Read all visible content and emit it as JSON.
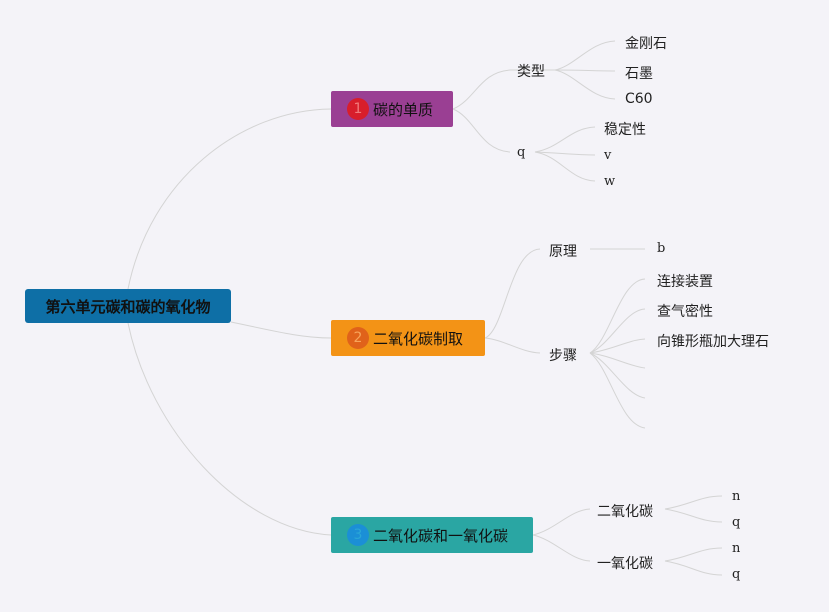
{
  "root": {
    "label": "第六单元碳和碳的氧化物"
  },
  "branches": [
    {
      "number": "1",
      "label": "碳的单质",
      "children": [
        {
          "label": "类型",
          "children": [
            "金刚石",
            "石墨",
            "C60"
          ]
        },
        {
          "label": "q",
          "children": [
            "稳定性",
            "v",
            "w"
          ]
        }
      ]
    },
    {
      "number": "2",
      "label": "二氧化碳制取",
      "children": [
        {
          "label": "原理",
          "children": [
            "b"
          ]
        },
        {
          "label": "步骤",
          "children": [
            "连接装置",
            "查气密性",
            "向锥形瓶加大理石",
            "",
            "",
            ""
          ]
        }
      ]
    },
    {
      "number": "3",
      "label": "二氧化碳和一氧化碳",
      "children": [
        {
          "label": "二氧化碳",
          "children": [
            "n",
            "q"
          ]
        },
        {
          "label": "一氧化碳",
          "children": [
            "n",
            "q"
          ]
        }
      ]
    }
  ],
  "colors": {
    "background": "#f4f3f8",
    "root": "#0e6fa6",
    "branch1": "#9a3f93",
    "branch2": "#f39316",
    "branch3": "#2aa6a3",
    "link": "#d6d6d6"
  }
}
